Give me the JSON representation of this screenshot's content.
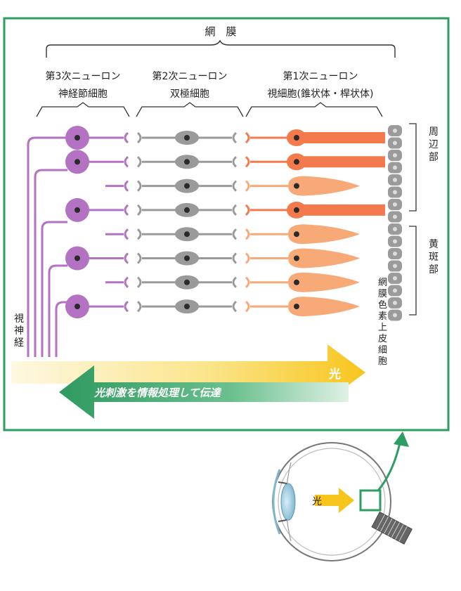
{
  "labels": {
    "retina": "網　膜",
    "neuron3_title": "第3次ニューロン",
    "neuron3_sub": "神経節細胞",
    "neuron2_title": "第2次ニューロン",
    "neuron2_sub": "双極細胞",
    "neuron1_title": "第1次ニューロン",
    "neuron1_sub": "視細胞(錐状体・桿状体)",
    "periphery": "周辺部",
    "macula": "黄斑部",
    "rpe": "網膜色素上皮細胞",
    "optic_nerve": "視神経",
    "light": "光",
    "transmit": "光刺激を情報処理して伝達",
    "eye_light": "光"
  },
  "colors": {
    "frame": "#2e9d63",
    "ganglion": "#b372c2",
    "ganglion_dark": "#8f55a0",
    "bipolar": "#9a9a9a",
    "rod": "#f27a4c",
    "cone": "#f8a978",
    "rpe": "#9b9b9b",
    "light_arrow": "#f7c51c",
    "transmit_arrow": "#33a065"
  },
  "rows": [
    {
      "photoreceptor": "rod",
      "ganglion": true
    },
    {
      "photoreceptor": "rod",
      "ganglion": true
    },
    {
      "photoreceptor": "cone",
      "ganglion": false
    },
    {
      "photoreceptor": "rod",
      "ganglion": true
    },
    {
      "photoreceptor": "cone",
      "ganglion": false
    },
    {
      "photoreceptor": "cone",
      "ganglion": true
    },
    {
      "photoreceptor": "cone",
      "ganglion": false
    },
    {
      "photoreceptor": "cone",
      "ganglion": true
    }
  ]
}
